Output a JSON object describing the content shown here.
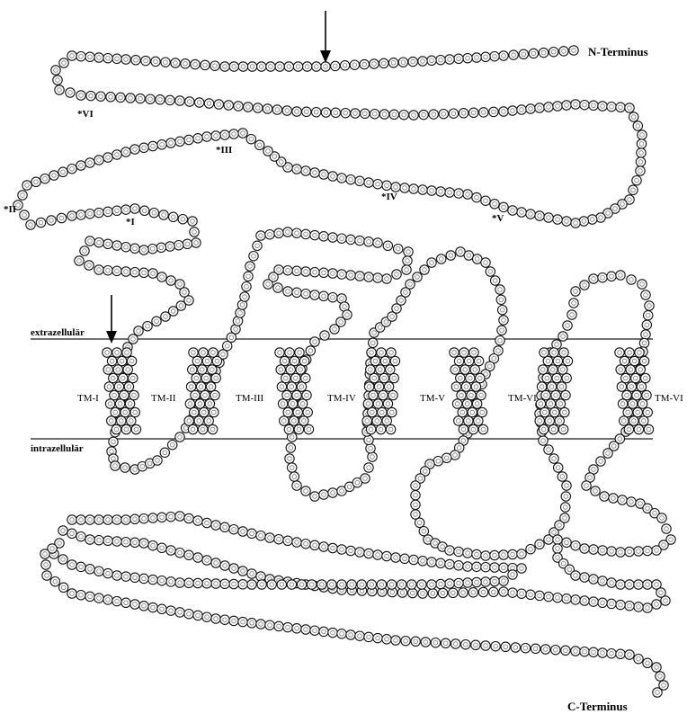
{
  "labels": {
    "n_terminus": "N-Terminus",
    "c_terminus": "C-Terminus",
    "extracellular": "extrazellulär",
    "intracellular": "intrazellulär",
    "transmembrane": [
      "TM-I",
      "TM-II",
      "TM-III",
      "TM-IV",
      "TM-V",
      "TM-VI",
      "TM-VI"
    ],
    "glycosylation_sites": [
      "*I",
      "*II",
      "*III",
      "*IV",
      "*V",
      "*VI"
    ]
  },
  "colors": {
    "stroke": "#111111",
    "residue_fill": "#ffffff",
    "membrane_line": "#444444"
  }
}
